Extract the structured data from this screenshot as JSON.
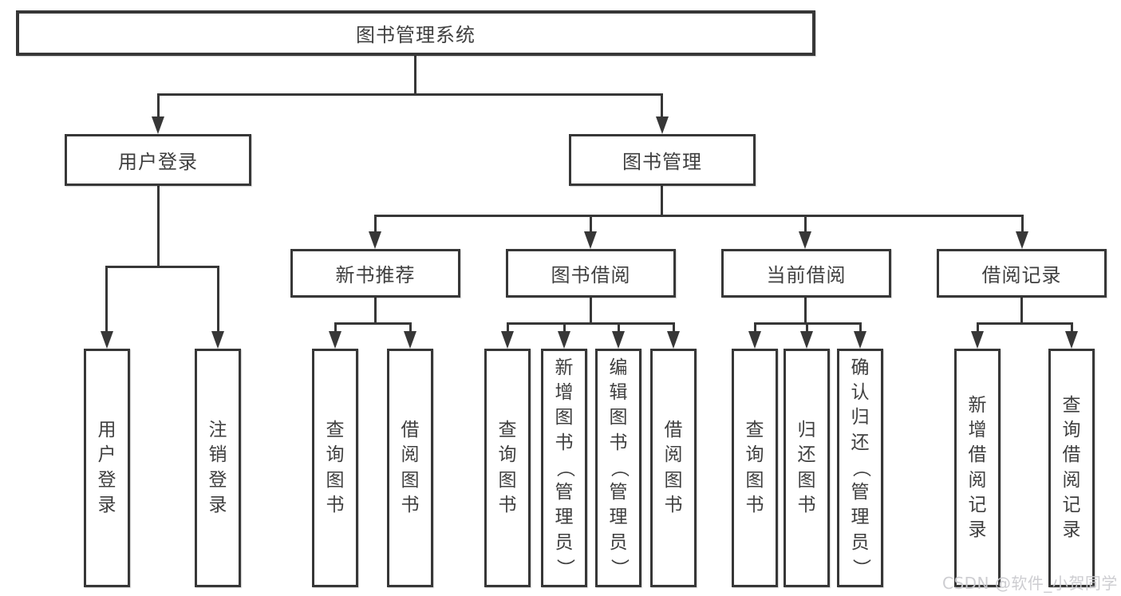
{
  "tree": {
    "root": "图书管理系统",
    "branches": [
      {
        "label": "用户登录",
        "children": [
          "用户登录",
          "注销登录"
        ]
      },
      {
        "label": "图书管理",
        "groups": [
          {
            "label": "新书推荐",
            "children": [
              "查询图书",
              "借阅图书"
            ]
          },
          {
            "label": "图书借阅",
            "children": [
              "查询图书",
              "新增图书（管理员）",
              "编辑图书（管理员）",
              "借阅图书"
            ]
          },
          {
            "label": "当前借阅",
            "children": [
              "查询图书",
              "归还图书",
              "确认归还（管理员）"
            ]
          },
          {
            "label": "借阅记录",
            "children": [
              "新增借阅记录",
              "查询借阅记录"
            ]
          }
        ]
      }
    ]
  },
  "watermark": {
    "text": "CSDN @软件_小贺同学"
  },
  "colors": {
    "line": "#373737",
    "text": "#3f3f3f",
    "background": "#ffffff",
    "watermark": "#cacacf"
  }
}
